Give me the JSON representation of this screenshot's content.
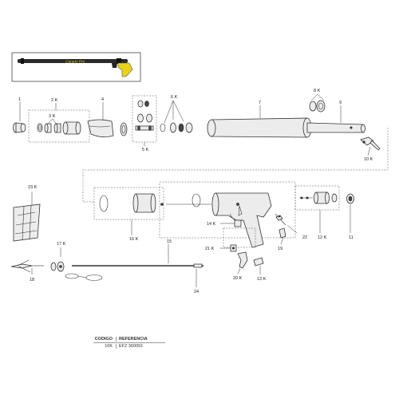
{
  "callouts": {
    "c1": "1",
    "c2k": "2 K",
    "c3k": "3 K",
    "c4": "4",
    "c5k": "5 K",
    "c6k": "6 K",
    "c7": "7",
    "c8k": "8 K",
    "c9": "9",
    "c10k": "10 K",
    "c11": "11",
    "c12k": "12 K",
    "c13k": "13 K",
    "c14k": "14 K",
    "c15": "15",
    "c16k": "16 K",
    "c17k": "17 K",
    "c18": "18",
    "c19": "19",
    "c20k": "20 K",
    "c21k": "21 K",
    "c22": "22",
    "c23k": "23 K",
    "c24": "24"
  },
  "thumbnail": {
    "brand_text": "Caranx Pro"
  },
  "legend": {
    "header_code": "CODIGO",
    "header_ref": "REFERENCIA",
    "code": "10K",
    "reference": "EFZ 360091"
  },
  "colors": {
    "accent_yellow": "#e8d21a",
    "outline": "#333333",
    "part_fill": "#ececec"
  }
}
